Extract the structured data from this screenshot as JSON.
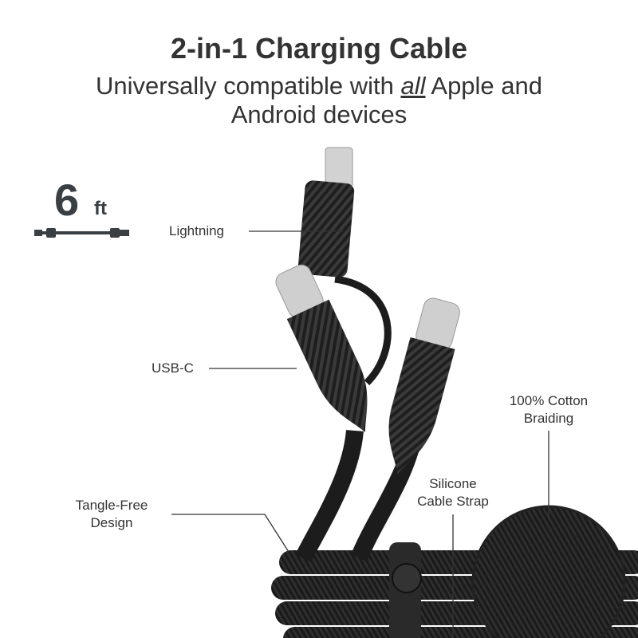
{
  "title": "2-in-1 Charging Cable",
  "subtitle": {
    "before": "Universally compatible with ",
    "emphasis": "all",
    "after_line1": " Apple and",
    "line2": "Android devices"
  },
  "length_badge": {
    "number": "6",
    "unit": "ft"
  },
  "callouts": {
    "lightning": "Lightning",
    "usbc": "USB-C",
    "cotton_line1": "100% Cotton",
    "cotton_line2": "Braiding",
    "strap_line1": "Silicone",
    "strap_line2": "Cable Strap",
    "tangle_line1": "Tangle-Free",
    "tangle_line2": "Design"
  },
  "colors": {
    "text": "#333333",
    "cable": "#1c1c1c",
    "connector": "#c9c9c9",
    "badge": "#3a3f44"
  }
}
